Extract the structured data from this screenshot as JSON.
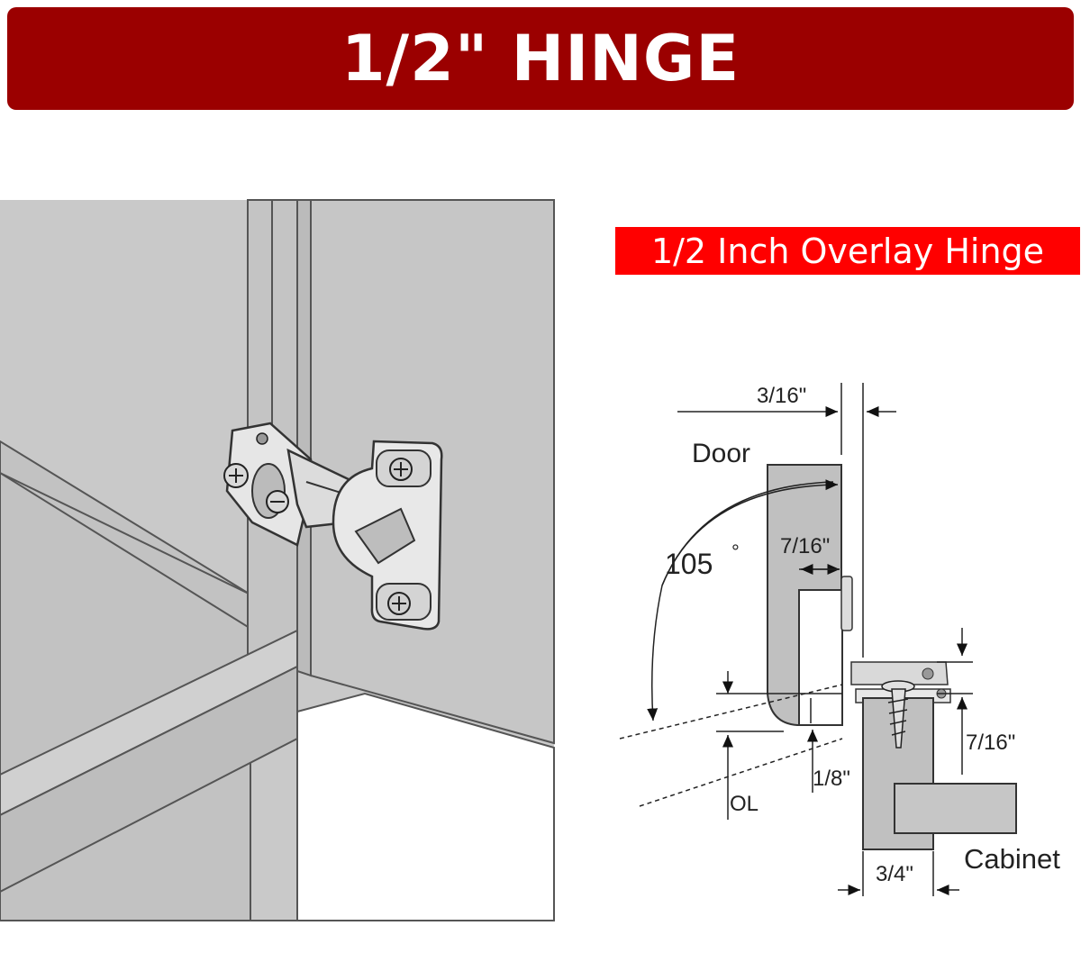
{
  "banner": {
    "title": "1/2\" HINGE",
    "color": "#9b0000"
  },
  "diagram": {
    "label": "1/2 Inch Overlay Hinge",
    "label_color": "#ff0000",
    "door_label": "Door",
    "cabinet_label": "Cabinet",
    "angle_value": "105",
    "angle_unit": "°",
    "dim_top": "3/16\"",
    "dim_cup_depth": "7/16\"",
    "dim_right": "7/16\"",
    "dim_gap": "1/8\"",
    "dim_overlay": "OL",
    "dim_cabinet_width": "3/4\""
  },
  "illustration": {
    "panel_color": "#c8c8c8",
    "hinge_color": "#e6e6e6"
  }
}
